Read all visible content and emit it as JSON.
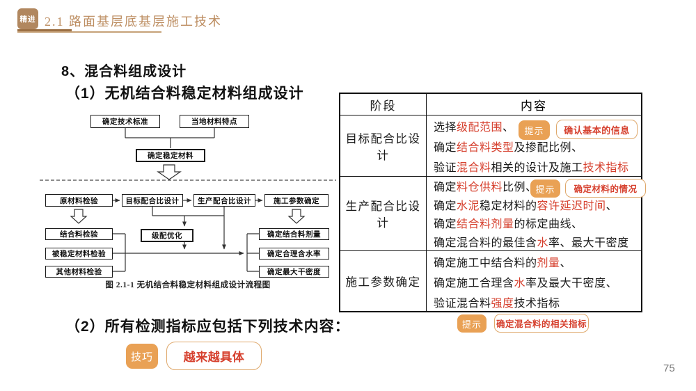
{
  "header": {
    "logo_text": "精进",
    "title": "2.1 路面基层底基层施工技术"
  },
  "headings": {
    "h8": "8、混合料组成设计",
    "sub1": "（1）无机结合料稳定材料组成设计",
    "sub2": "（2）所有检测指标应包括下列技术内容："
  },
  "flowchart": {
    "caption": "图 2.1-1  无机结合料稳定材料组成设计流程图",
    "boxes": {
      "tech_std": "确定技术标准",
      "local_mat": "当地材料特点",
      "stable_mat": "确定稳定材料",
      "raw_check": "原材料检验",
      "target_mix": "目标配合比设计",
      "prod_mix": "生产配合比设计",
      "constr_param": "施工参数确定",
      "binder_check": "结合料检验",
      "stabilized_check": "被稳定材料检验",
      "other_check": "其他材料检验",
      "grading_opt": "级配优化",
      "binder_dose": "确定结合料剂量",
      "moisture": "确定合理含水率",
      "density": "确定最大干密度"
    }
  },
  "table": {
    "headers": [
      "阶段",
      "内容"
    ],
    "rows": [
      {
        "stage": "目标配合比设计",
        "lines": [
          [
            [
              "选择",
              "k"
            ],
            [
              "级配范围",
              "r"
            ],
            [
              "、",
              "k"
            ]
          ],
          [
            [
              "确定",
              "k"
            ],
            [
              "结合料类型",
              "r"
            ],
            [
              "及掺配比例、",
              "k"
            ]
          ],
          [
            [
              "验证",
              "k"
            ],
            [
              "混合料",
              "r"
            ],
            [
              "相关的设计及施工",
              "k"
            ],
            [
              "技术指标",
              "r"
            ]
          ]
        ]
      },
      {
        "stage": "生产配合比设计",
        "lines": [
          [
            [
              "确定",
              "k"
            ],
            [
              "料仓供料",
              "r"
            ],
            [
              "比例、",
              "k"
            ]
          ],
          [
            [
              "确定",
              "k"
            ],
            [
              "水泥",
              "r"
            ],
            [
              "稳定材料的",
              "k"
            ],
            [
              "容许延迟时间",
              "r"
            ],
            [
              "、",
              "k"
            ]
          ],
          [
            [
              "确定",
              "k"
            ],
            [
              "结合料剂量",
              "r"
            ],
            [
              "的标定曲线、",
              "k"
            ]
          ],
          [
            [
              "确定混合料的最佳含",
              "k"
            ],
            [
              "水",
              "r"
            ],
            [
              "率、最大干密度",
              "k"
            ]
          ]
        ]
      },
      {
        "stage": "施工参数确定",
        "lines": [
          [
            [
              "确定施工中结合料的",
              "k"
            ],
            [
              "剂量",
              "r"
            ],
            [
              "、",
              "k"
            ]
          ],
          [
            [
              "确定施工合理含",
              "k"
            ],
            [
              "水",
              "r"
            ],
            [
              "率及最大干密度、",
              "k"
            ]
          ],
          [
            [
              "验证混合料",
              "k"
            ],
            [
              "强度",
              "r"
            ],
            [
              "技术指标",
              "k"
            ]
          ]
        ]
      }
    ]
  },
  "hints": [
    {
      "badge": "提示",
      "note": "确认基本的信息"
    },
    {
      "badge": "提示",
      "note": "确定材料的情况"
    },
    {
      "badge": "提示",
      "note": "确定混合料的相关指标"
    }
  ],
  "tip": {
    "badge": "技巧",
    "note": "越来越具体"
  },
  "page_number": "75",
  "colors": {
    "accent_orange": "#E9A155",
    "highlight_red": "#D6402E",
    "title_tan": "#BD8E62",
    "callout_border": "#DFA86B"
  }
}
